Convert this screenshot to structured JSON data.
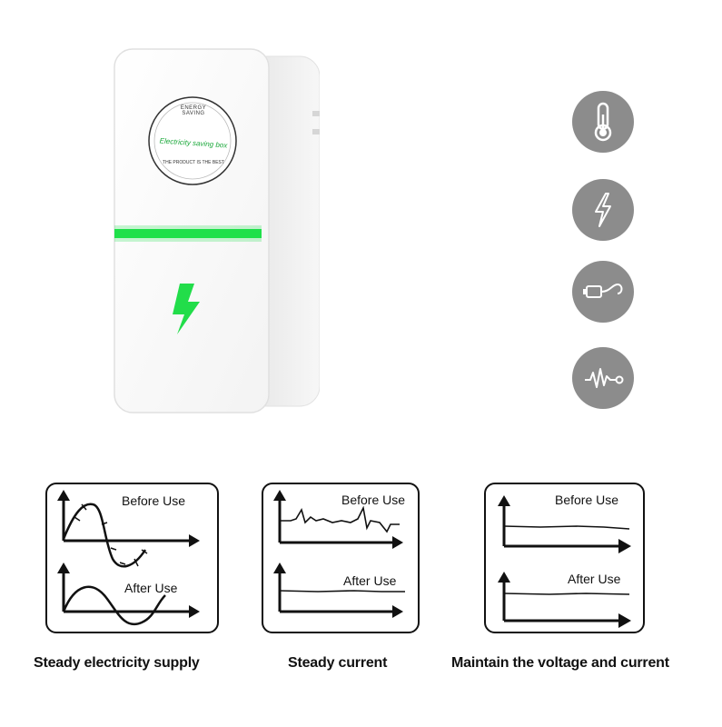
{
  "product": {
    "badge_top_text": "ENERGY SAVING",
    "badge_main_text": "Electricity saving box",
    "badge_bottom_text": "THE PRODUCT IS THE BEST",
    "led_color": "#1fe04a"
  },
  "feature_icons": [
    "thermometer-icon",
    "lightning-icon",
    "usb-plug-icon",
    "signal-wave-icon"
  ],
  "panels": [
    {
      "before_label": "Before Use",
      "after_label": "After Use",
      "caption": "Steady electricity supply"
    },
    {
      "before_label": "Before Use",
      "after_label": "After Use",
      "caption": "Steady current"
    },
    {
      "before_label": "Before Use",
      "after_label": "After Use",
      "caption": "Maintain the voltage and current"
    }
  ]
}
